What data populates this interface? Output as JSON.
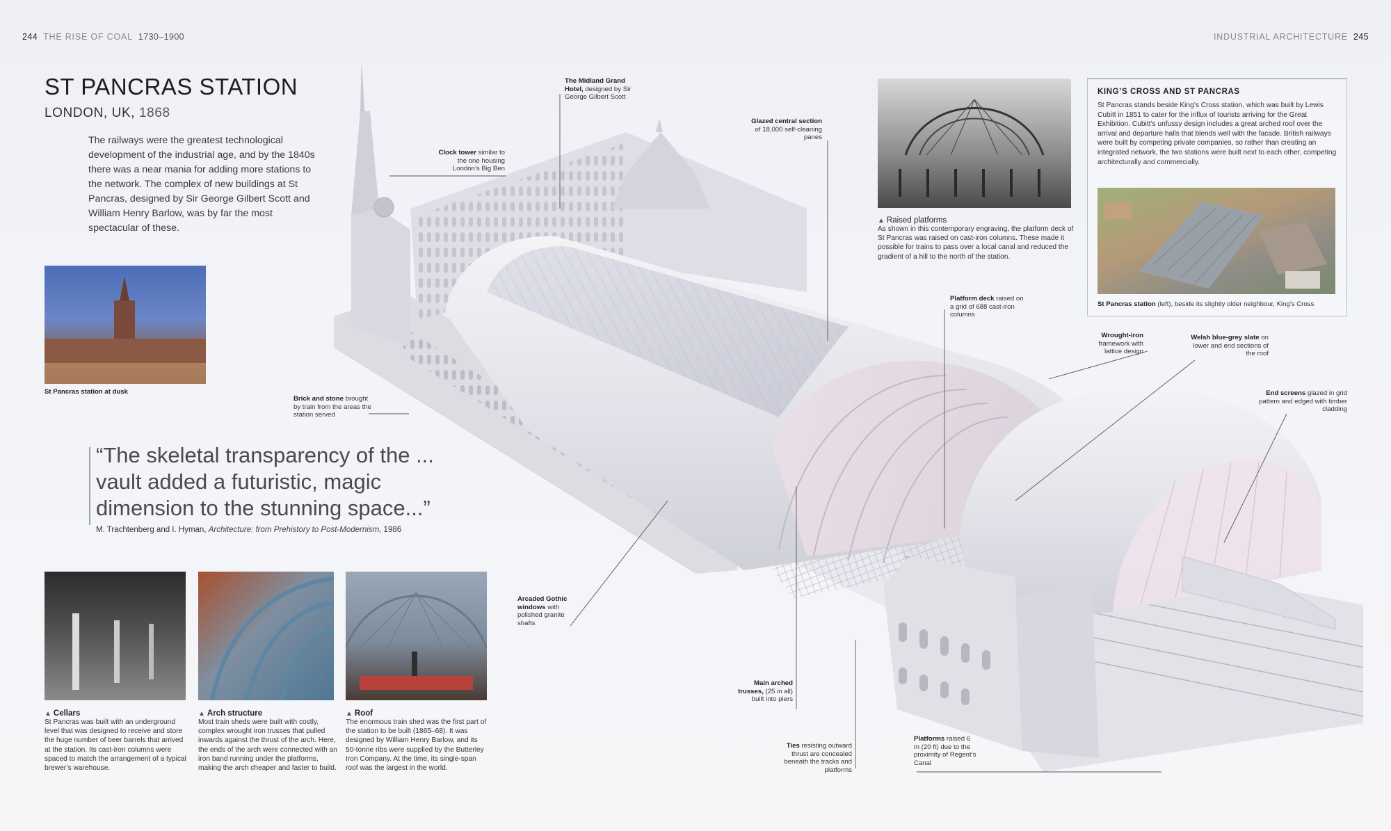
{
  "folio": {
    "left_page": "244",
    "left_section": "THE RISE OF COAL",
    "left_dates": "1730–1900",
    "right_section": "INDUSTRIAL ARCHITECTURE",
    "right_page": "245"
  },
  "title": "ST PANCRAS STATION",
  "subtitle": {
    "place": "LONDON, UK,",
    "year": "1868"
  },
  "intro": "The railways were the greatest technological development of the industrial age, and by the 1840s there was a near mania for adding more stations to the network. The complex of new buildings at St Pancras, designed by Sir George Gilbert Scott and William Henry Barlow, was by far the most spectacular of these.",
  "dusk_photo": {
    "caption": "St Pancras station at dusk"
  },
  "quote": {
    "text": "“The skeletal transparency of the ... vault added a futuristic, magic dimension to the stunning space...”",
    "author": "M. Trachtenberg and I. Hyman,",
    "work": "Architecture: from Prehistory to Post-Modernism,",
    "year": "1986"
  },
  "bottom_photos": [
    {
      "title": "Cellars",
      "text": "St Pancras was built with an underground level that was designed to receive and store the huge number of beer barrels that arrived at the station. Its cast-iron columns were spaced to match the arrangement of a typical brewer’s warehouse."
    },
    {
      "title": "Arch structure",
      "text": "Most train sheds were built with costly, complex wrought iron trusses that pulled inwards against the thrust of the arch. Here, the ends of the arch were connected with an iron band running under the platforms, making the arch cheaper and faster to build."
    },
    {
      "title": "Roof",
      "text": "The enormous train shed was the first part of the station to be built (1865–68). It was designed by William Henry Barlow, and its 50-tonne ribs were supplied by the Butterley Iron Company. At the time, its single-span roof was the largest in the world."
    }
  ],
  "raised_platforms": {
    "title": "Raised platforms",
    "text": "As shown in this contemporary engraving, the platform deck of St Pancras was raised on cast-iron columns. These made it possible for trains to pass over a local canal and reduced the gradient of a hill to the north of the station."
  },
  "kings_cross": {
    "heading": "KING’S CROSS AND ST PANCRAS",
    "text": "St Pancras stands beside King’s Cross station, which was built by Lewis Cubitt in 1851 to cater for the influx of tourists arriving for the Great Exhibition. Cubitt’s unfussy design includes a great arched roof over the arrival and departure halls that blends well with the facade. British railways were built by competing private companies, so rather than creating an integrated network, the two stations were built next to each other, competing architecturally and commercially.",
    "caption_bold": "St Pancras station",
    "caption_rest": "(left), beside its slightly older neighbour, King’s Cross"
  },
  "labels": {
    "midland_bold": "The Midland Grand Hotel,",
    "midland_rest": "designed by Sir George Gilbert Scott",
    "clock_bold": "Clock tower",
    "clock_rest": "similar to the one housing London’s Big Ben",
    "glazed_bold": "Glazed central section",
    "glazed_rest": "of 18,000 self-cleaning panes",
    "deck_bold": "Platform deck",
    "deck_rest": "raised on a grid of 688 cast-iron columns",
    "wrought_bold": "Wrought-iron",
    "wrought_rest": "framework with lattice design",
    "welsh_bold": "Welsh blue-grey slate",
    "welsh_rest": "on lower and end sections of the roof",
    "end_bold": "End screens",
    "end_rest": "glazed in grid pattern and edged with timber cladding",
    "brick_bold": "Brick and stone",
    "brick_rest": "brought by train from the areas the station served",
    "gothic_bold": "Arcaded Gothic windows",
    "gothic_rest": "with polished granite shafts",
    "trusses_bold": "Main arched trusses,",
    "trusses_rest": "(25 in all) built into piers",
    "ties_bold": "Ties",
    "ties_rest": "resisting outward thrust are concealed beneath the tracks and platforms",
    "platforms_bold": "Platforms",
    "platforms_rest": "raised 6 m (20 ft) due to the proximity of Regent’s Canal"
  },
  "colors": {
    "background": "#f1f2f7",
    "model": "#e6e6ec",
    "accent_text": "#2b2b2b"
  }
}
